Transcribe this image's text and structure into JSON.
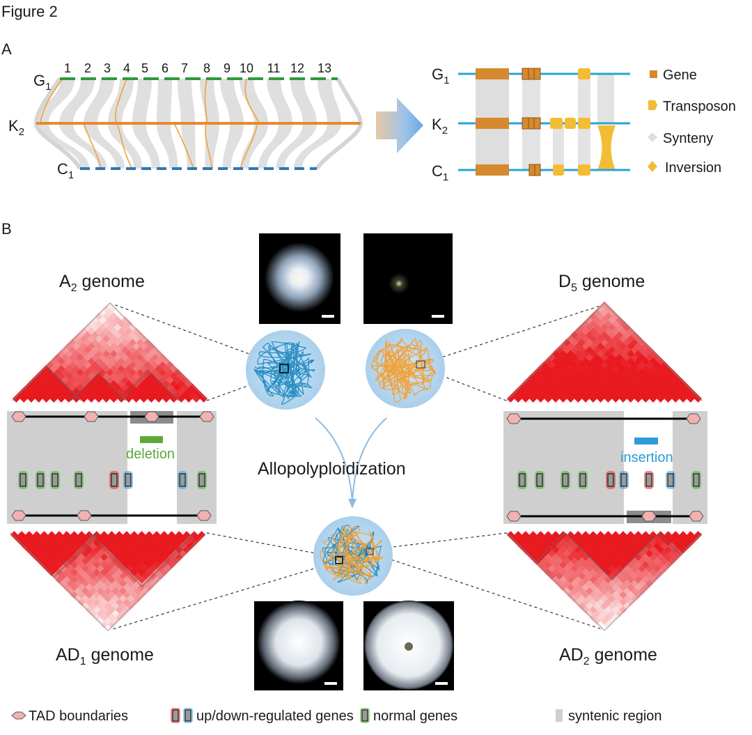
{
  "figure_title": "Figure 2",
  "panel_a": {
    "label": "A",
    "genome_names": {
      "g": {
        "base": "G",
        "sub": "1"
      },
      "k": {
        "base": "K",
        "sub": "2"
      },
      "c": {
        "base": "C",
        "sub": "1"
      }
    },
    "chromosome_numbers": [
      "1",
      "2",
      "3",
      "4",
      "5",
      "6",
      "7",
      "8",
      "9",
      "10",
      "11",
      "12",
      "13"
    ],
    "legend": {
      "gene": "Gene",
      "transposon": "Transposon",
      "synteny": "Synteny",
      "inversion": "Inversion"
    },
    "colors": {
      "g_line": "#2e9a3c",
      "k_line": "#e8892b",
      "c_line": "#2a78b8",
      "track_line": "#29a3d6",
      "gene": "#d6892e",
      "transposon": "#f2bd35",
      "synteny": "#dedede",
      "inversion": "#f2bd35",
      "arrow": "#7fb2e4"
    }
  },
  "panel_b": {
    "label": "B",
    "genome_labels": {
      "a2": {
        "base": "A",
        "sub": "2",
        "rest": " genome"
      },
      "d5": {
        "base": "D",
        "sub": "5",
        "rest": " genome"
      },
      "ad1": {
        "base": "AD",
        "sub": "1",
        "rest": " genome"
      },
      "ad2": {
        "base": "AD",
        "sub": "2",
        "rest": " genome"
      }
    },
    "process_label": "Allopolyploidization",
    "deletion_label": "deletion",
    "insertion_label": "insertion",
    "legend": {
      "tad": "TAD boundaries",
      "regulated": "up/down-regulated genes",
      "normal": "normal genes",
      "syntenic": "syntenic region"
    },
    "colors": {
      "heatmap": "#e8191f",
      "a_chromatin": "#2a8fc4",
      "d_chromatin": "#f0a23a",
      "nucleus": "#b9d8ef",
      "tad": "#f2b2b2",
      "up": "#e52b2b",
      "down": "#3a9ee0",
      "normal": "#4fae3a",
      "syntenic": "#cfcfcf",
      "deletion": "#5ea83a",
      "insertion": "#2e9bd9"
    }
  }
}
